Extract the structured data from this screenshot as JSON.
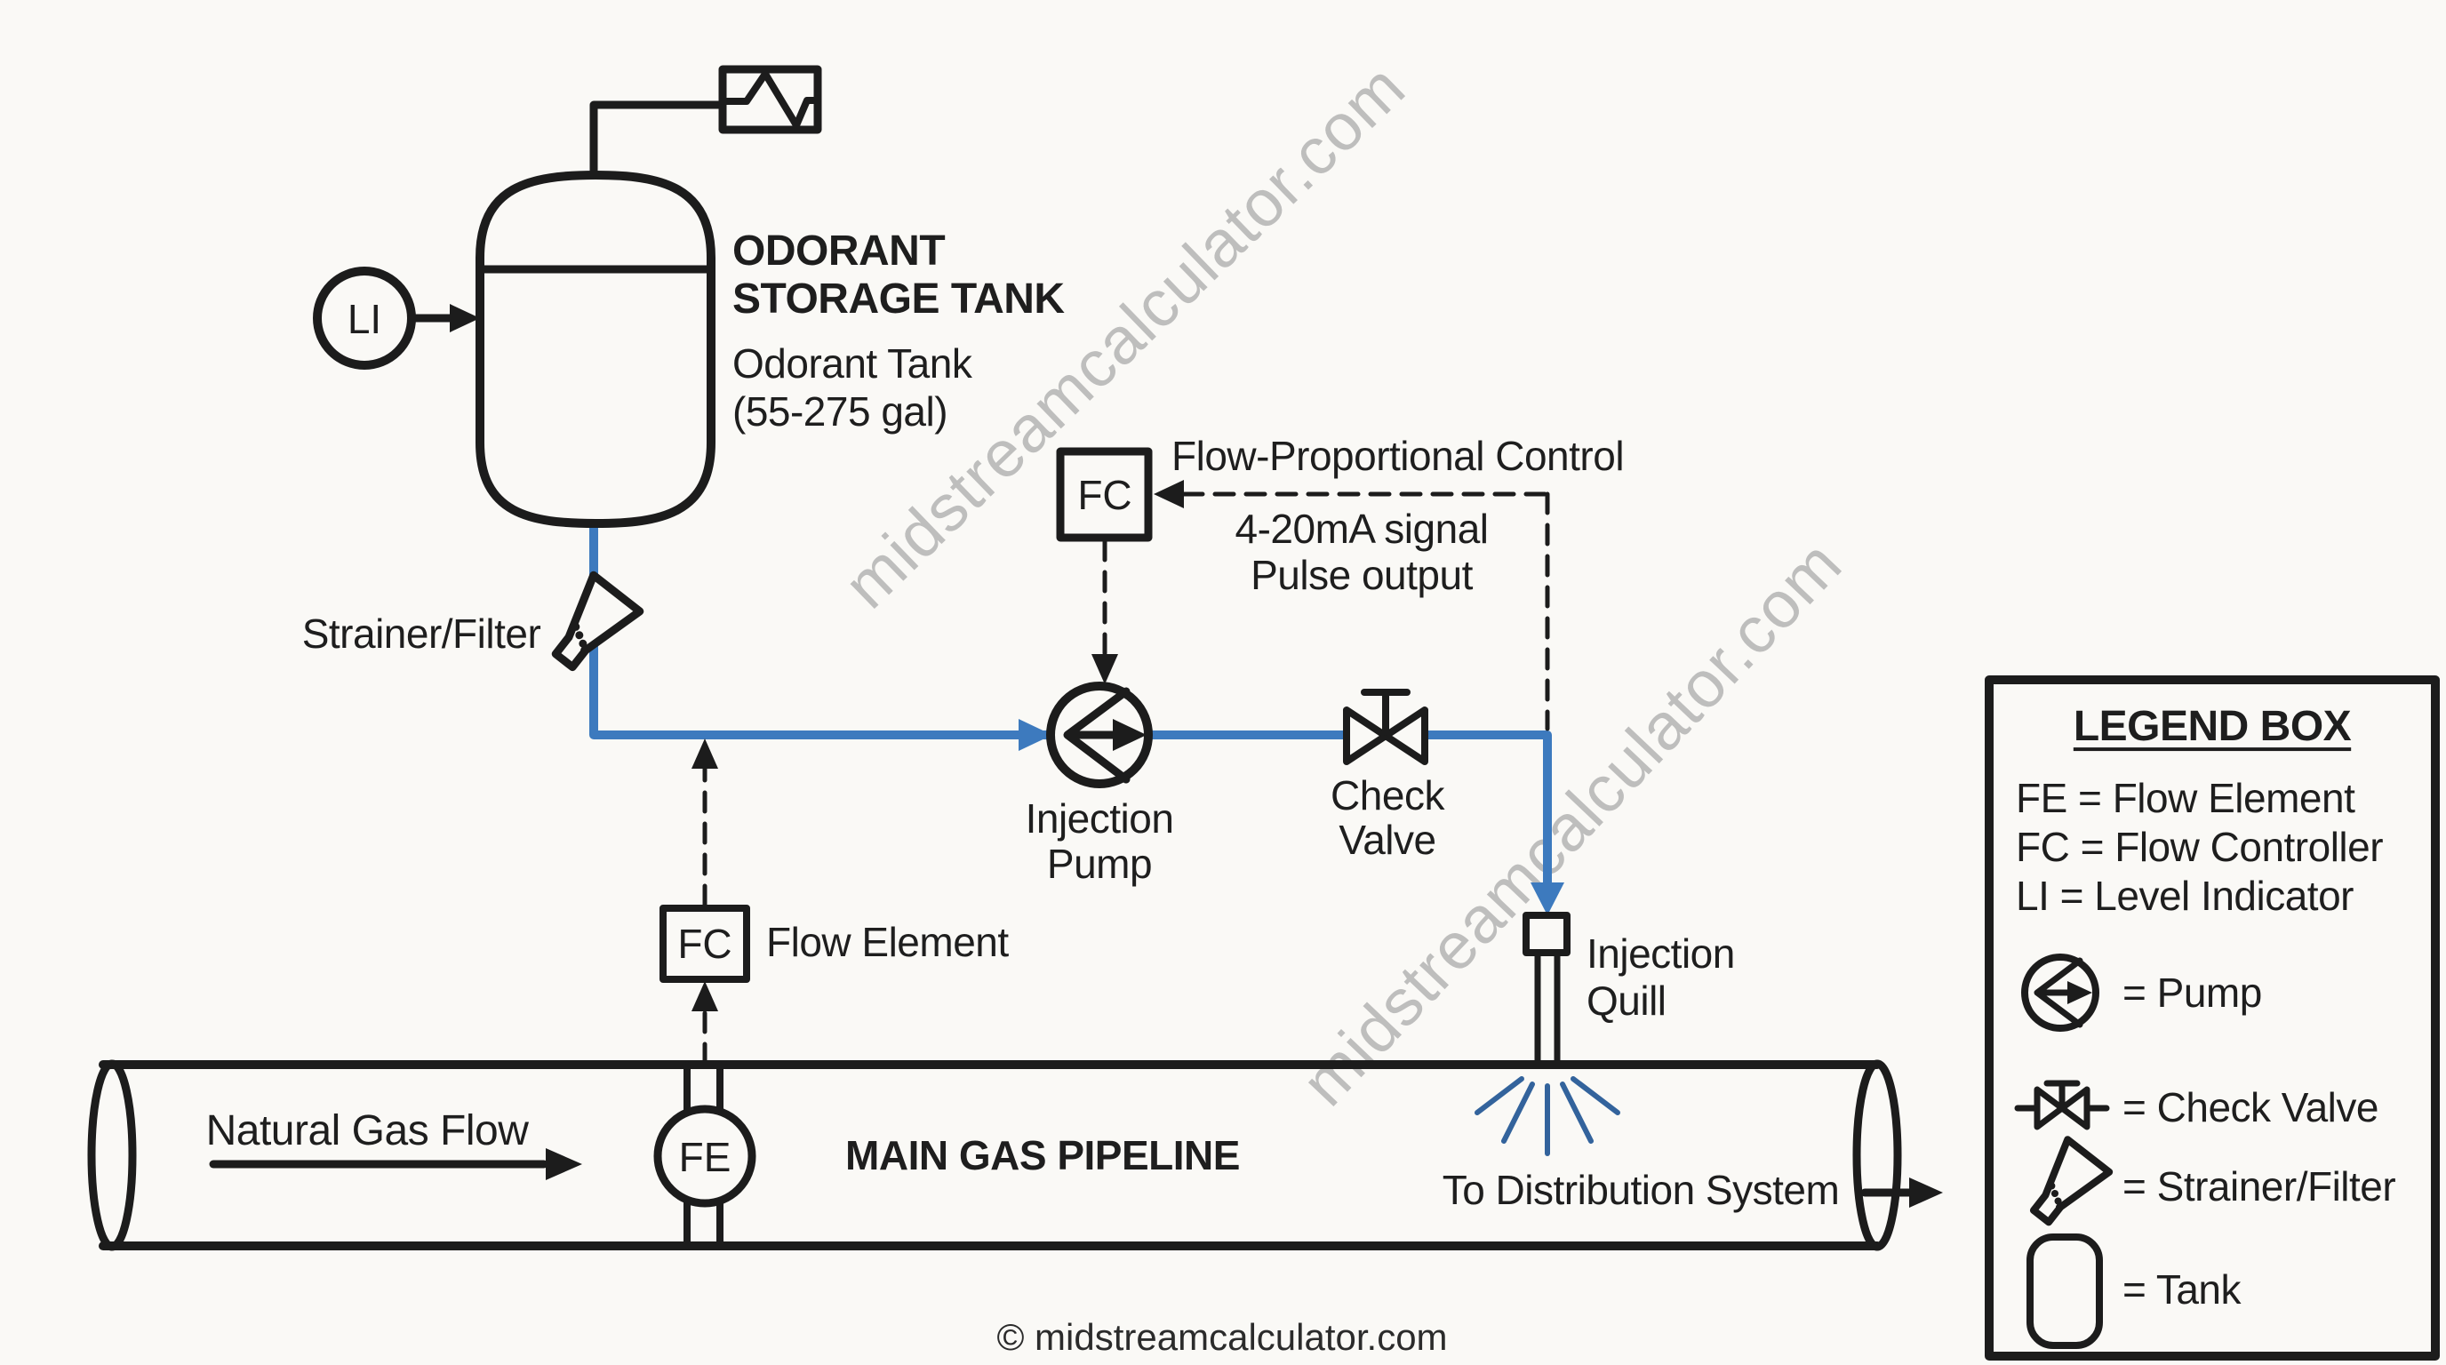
{
  "colors": {
    "flow_blue": "#3d7abe",
    "spray_blue": "#33639c",
    "ink": "#1c1c1c",
    "background": "#faf9f6",
    "watermark_gray": "#b4b4b4"
  },
  "tank": {
    "title_line1": "ODORANT",
    "title_line2": "STORAGE TANK",
    "subtitle_line1": "Odorant Tank",
    "subtitle_line2": "(55-275 gal)"
  },
  "instruments": {
    "level_indicator": "LI",
    "flow_controller_top": "FC",
    "flow_controller_left": "FC",
    "flow_element": "FE"
  },
  "labels": {
    "strainer_filter": "Strainer/Filter",
    "flow_element": "Flow Element",
    "injection_pump_line1": "Injection",
    "injection_pump_line2": "Pump",
    "check_valve_line1": "Check",
    "check_valve_line2": "Valve",
    "injection_quill_line1": "Injection",
    "injection_quill_line2": "Quill",
    "flow_proportional": "Flow-Proportional Control",
    "signal_line1": "4-20mA signal",
    "signal_line2": "Pulse output",
    "natural_gas_flow": "Natural Gas Flow",
    "main_pipeline": "MAIN GAS PIPELINE",
    "to_distribution": "To Distribution System"
  },
  "legend": {
    "title": "LEGEND BOX",
    "abbreviations": [
      {
        "text": "FE = Flow Element"
      },
      {
        "text": "FC = Flow Controller"
      },
      {
        "text": "LI = Level Indicator"
      }
    ],
    "symbol_labels": [
      {
        "text": "= Pump"
      },
      {
        "text": "= Check Valve"
      },
      {
        "text": "= Strainer/Filter"
      },
      {
        "text": "= Tank"
      }
    ]
  },
  "watermark": {
    "diagonal_text": "midstreamcalculator.com",
    "copyright": "© midstreamcalculator.com"
  }
}
